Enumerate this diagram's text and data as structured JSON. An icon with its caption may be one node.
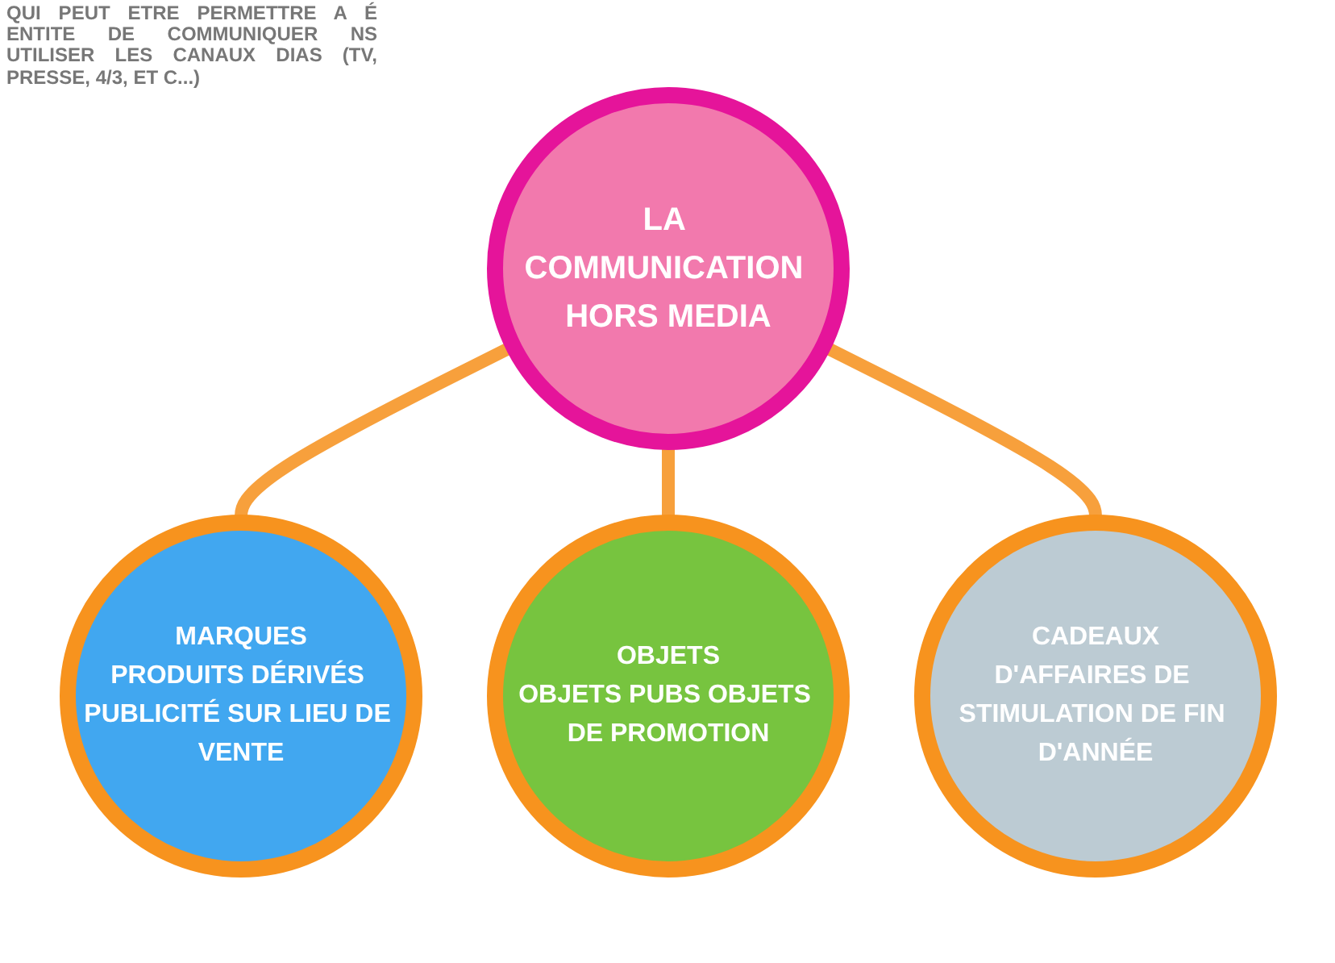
{
  "diagram": {
    "nodes": [
      {
        "text": [
          "LA COMMUNICATION HORS MEDIA"
        ]
      },
      {
        "text": [
          "MARQUES",
          "PRODUITS DÉRIVÉS PUBLICITÉ SUR LIEU DE VENTE"
        ]
      },
      {
        "text": [
          "OBJETS",
          "OBJETS PUBS OBJETS DE PROMOTION"
        ]
      },
      {
        "text": [
          "CADEAUX",
          "D'AFFAIRES DE STIMULATION DE FIN D'ANNÉE"
        ]
      }
    ],
    "edges": [
      {
        "from": 0,
        "to": 1,
        "arrow": "none"
      },
      {
        "from": 0,
        "to": 2,
        "arrow": "none"
      },
      {
        "from": 0,
        "to": 3,
        "arrow": "none"
      }
    ],
    "labels": [
      "QUI PEUT ETRE PERMETTRE A É ENTITE DE COMMUNIQUER NS UTILISER LES CANAUX DIAS (TV, PRESSE, 4/3, ET C...)"
    ]
  }
}
